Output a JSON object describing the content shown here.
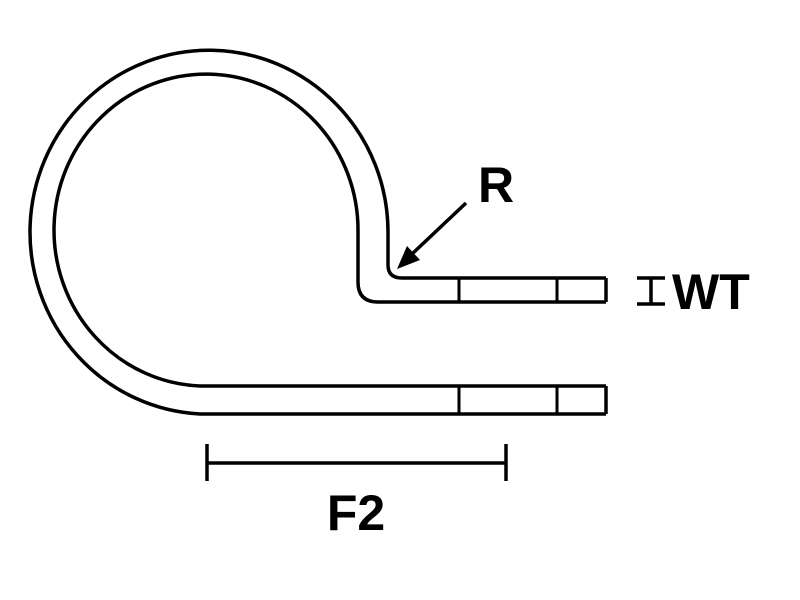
{
  "diagram": {
    "labels": {
      "radius": "R",
      "wall_thickness": "WT",
      "flange_length": "F2"
    },
    "colors": {
      "stroke": "#000000",
      "background": "#ffffff"
    }
  }
}
